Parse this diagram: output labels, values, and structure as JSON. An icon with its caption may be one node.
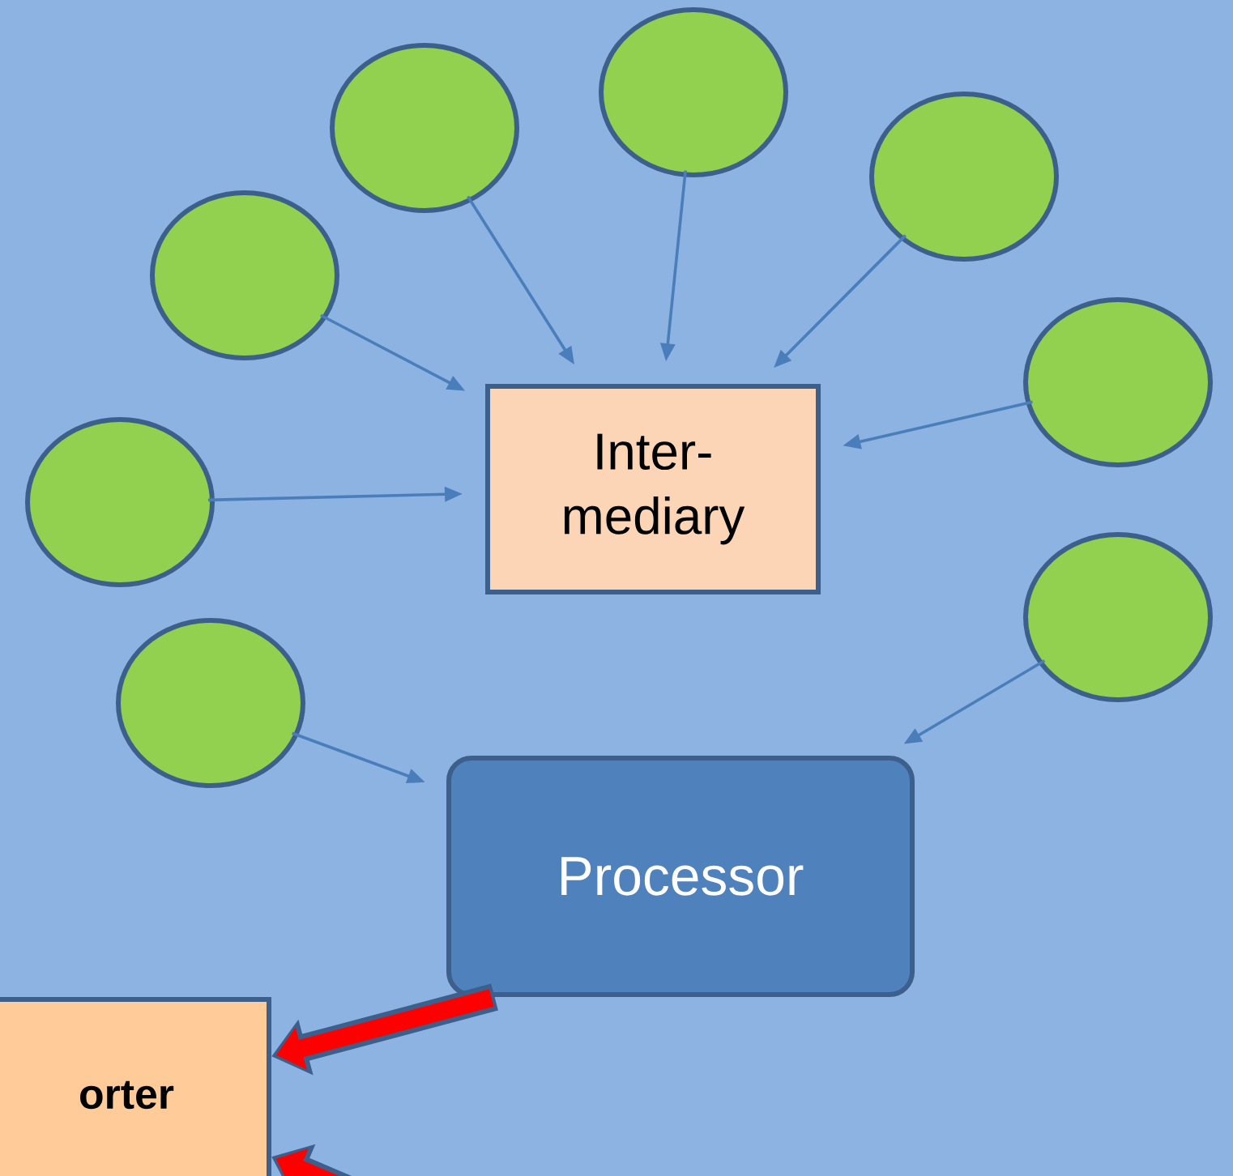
{
  "diagram": {
    "nodes": [
      {
        "text": [],
        "shape": "circle"
      },
      {
        "text": [],
        "shape": "circle"
      },
      {
        "text": [],
        "shape": "circle"
      },
      {
        "text": [],
        "shape": "circle"
      },
      {
        "text": [],
        "shape": "circle"
      },
      {
        "text": [
          "Inter- mediary"
        ]
      },
      {
        "text": [],
        "shape": "circle"
      },
      {
        "text": [],
        "shape": "circle"
      },
      {
        "text": [],
        "shape": "circle"
      },
      {
        "text": [
          "Processor"
        ]
      },
      {
        "text": [
          "orter"
        ]
      }
    ],
    "edges": [
      {
        "from": 0,
        "to": 5,
        "arrow": "to"
      },
      {
        "from": 1,
        "to": 5,
        "arrow": "to"
      },
      {
        "from": 2,
        "to": 5,
        "arrow": "to"
      },
      {
        "from": 3,
        "to": 5,
        "arrow": "to"
      },
      {
        "from": 4,
        "to": 5,
        "arrow": "to"
      },
      {
        "from": 6,
        "to": 5,
        "arrow": "to"
      },
      {
        "from": 7,
        "to": 9,
        "arrow": "to"
      },
      {
        "from": 8,
        "to": 9,
        "arrow": "to"
      },
      {
        "from": 9,
        "to": 10,
        "arrow": "to",
        "style": "thick",
        "color": "#ff0000"
      },
      {
        "from": null,
        "to": 10,
        "arrow": "to",
        "style": "thick",
        "color": "#ff0000"
      }
    ]
  }
}
